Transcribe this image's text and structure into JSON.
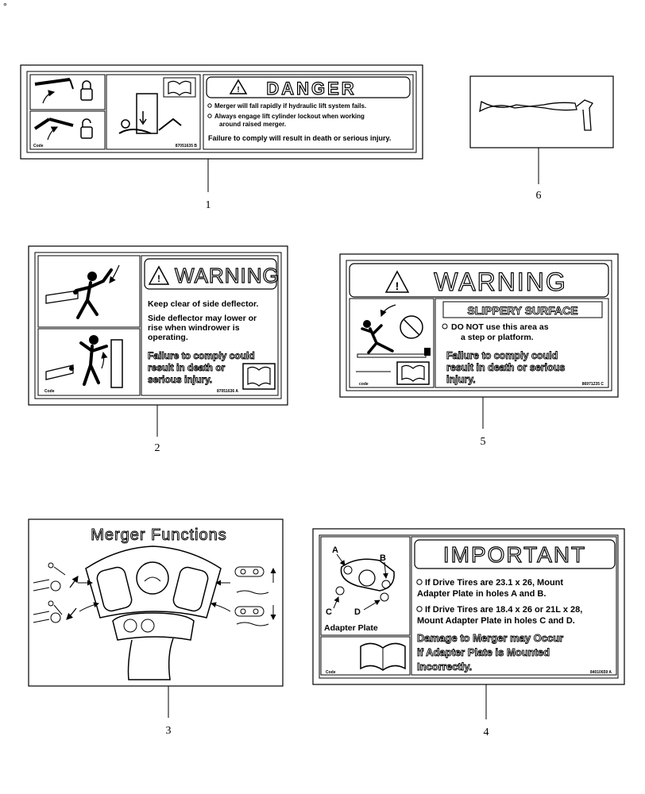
{
  "corner_mark": "°",
  "decals": {
    "d1": {
      "callout": "1",
      "header": "DANGER",
      "bullets": [
        "Merger will fall rapidly if hydraulic lift system fails.",
        "Always engage lift cylinder lockout when working",
        "around raised merger."
      ],
      "footer": "Failure to comply will result in death or serious injury.",
      "code_label": "Code",
      "part_no": "87051635 B"
    },
    "d2": {
      "callout": "2",
      "header": "WARNING",
      "lines": [
        "Keep clear of side deflector.",
        "Side deflector may lower or",
        "rise when windrower is",
        "operating."
      ],
      "failure": [
        "Failure to comply could",
        "result in death or",
        "serious injury."
      ],
      "code_label": "Code",
      "part_no": "87051636 A"
    },
    "d3": {
      "callout": "3",
      "title": "Merger Functions"
    },
    "d4": {
      "callout": "4",
      "header": "IMPORTANT",
      "labels": {
        "a": "A",
        "b": "B",
        "c": "C",
        "d": "D",
        "plate": "Adapter Plate"
      },
      "bullet1": [
        "If Drive Tires are 23.1 x 26, Mount",
        "Adapter Plate in holes A and B."
      ],
      "bullet2": [
        "If Drive Tires are 18.4 x 26 or 21L x 28,",
        "Mount Adapter Plate in holes C and D."
      ],
      "damage": [
        "Damage to Merger may Occur",
        "if Adapter Plate is Mounted",
        "Incorrectly."
      ],
      "code_label": "Code",
      "part_no": "84010659 A"
    },
    "d5": {
      "callout": "5",
      "header": "WARNING",
      "subheader": "SLIPPERY SURFACE",
      "bullet": [
        "DO NOT use this area as",
        "a step or platform."
      ],
      "failure": [
        "Failure to comply could",
        "result in death or serious",
        "injury."
      ],
      "code_label": "code",
      "part_no": "86971235 C"
    },
    "d6": {
      "callout": "6"
    }
  }
}
